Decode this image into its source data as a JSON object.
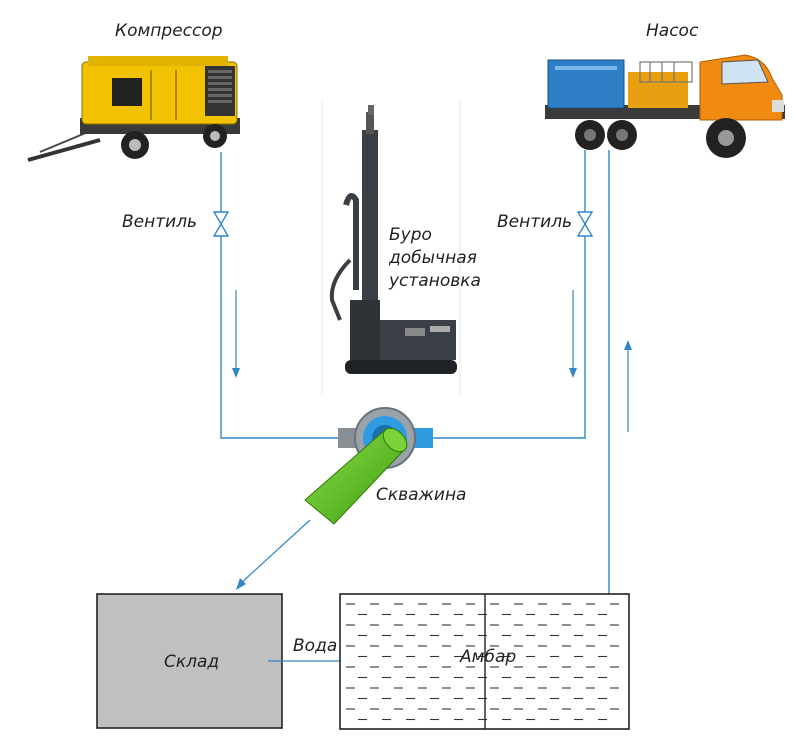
{
  "labels": {
    "compressor": "Компрессор",
    "pump": "Насос",
    "valve_left": "Вентиль",
    "valve_right": "Вентиль",
    "rig_line1": "Буро",
    "rig_line2": "добычная",
    "rig_line3": "установка",
    "well": "Скважина",
    "warehouse": "Склад",
    "water": "Вода",
    "pit": "Амбар"
  },
  "colors": {
    "pipe": "#2f87c8",
    "compressor_body": "#f2c200",
    "pump_cab": "#f08a10",
    "pump_tank": "#2e7fc6",
    "well_pipe": "#5fbf1e",
    "warehouse_fill": "#c0c0c0",
    "rig_body": "#3a3f45"
  }
}
